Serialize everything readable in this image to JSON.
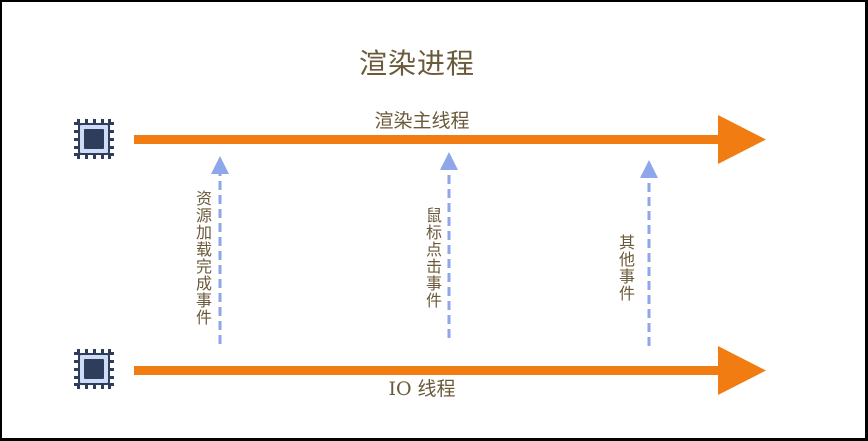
{
  "diagram": {
    "title": "渲染进程",
    "main_thread_label": "渲染主线程",
    "io_thread_label": "IO 线程",
    "events": [
      {
        "label": "资源加载完成事件"
      },
      {
        "label": "鼠标点击事件"
      },
      {
        "label": "其他事件"
      }
    ],
    "icons": {
      "main_thread": "cpu-chip-icon",
      "io_thread": "cpu-chip-icon"
    },
    "colors": {
      "thread_arrow": "#f07c12",
      "event_arrow": "#8ea6ea",
      "chip_body": "#2f3d5c",
      "chip_frame": "#cfdcf7",
      "text": "#6b5a3a"
    }
  }
}
